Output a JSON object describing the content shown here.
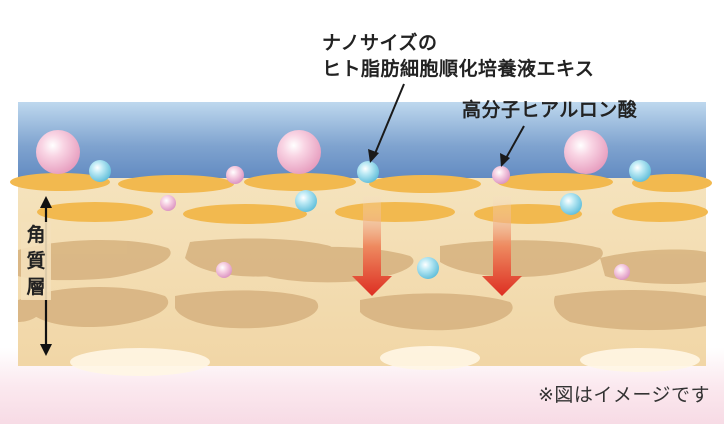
{
  "labels": {
    "nano_line1": "ナノサイズの",
    "nano_line2": "ヒト脂肪細胞順化培養液エキス",
    "hyaluronic": "高分子ヒアルロン酸",
    "stratum_corneum": [
      "角",
      "質",
      "層"
    ],
    "note": "※図はイメージです"
  },
  "colors": {
    "sky_top": "#a9cbe8",
    "sky_bottom": "#5f88c0",
    "skin_base": "#f3dcae",
    "cell_upper": "#f0b94e",
    "cell_lower": "#d6b27c",
    "nano_particle": "#8fd3e8",
    "hyaluronic_particle": "#f2b9d2",
    "penetration_arrow": "#e0372a"
  }
}
